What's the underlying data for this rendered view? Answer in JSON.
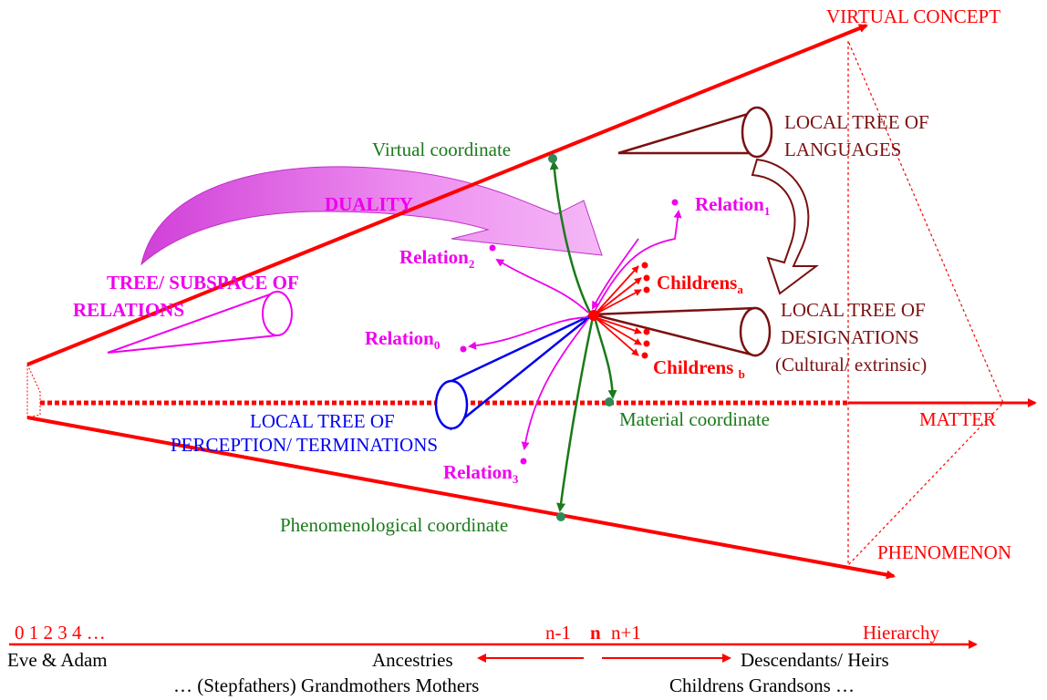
{
  "labels": {
    "virtual_concept": "VIRTUAL CONCEPT",
    "matter": "MATTER",
    "phenomenon": "PHENOMENON",
    "local_tree_languages_1": "LOCAL TREE OF",
    "local_tree_languages_2": "LANGUAGES",
    "local_tree_designations_1": "LOCAL TREE OF",
    "local_tree_designations_2": "DESIGNATIONS",
    "local_tree_designations_3": "(Cultural/ extrinsic)",
    "local_tree_perception_1": "LOCAL TREE OF",
    "local_tree_perception_2": "PERCEPTION/ TERMINATIONS",
    "tree_relations_1": "TREE/ SUBSPACE OF",
    "tree_relations_2": "RELATIONS",
    "duality": "DUALITY",
    "virtual_coordinate": "Virtual coordinate",
    "material_coordinate": "Material coordinate",
    "phenomenological_coordinate": "Phenomenological coordinate",
    "relation": "Relation",
    "relation1_sub": "1",
    "relation2_sub": "2",
    "relation0_sub": "0",
    "relation3_sub": "3",
    "childrens_a": "Childrens",
    "childrens_a_sub": "a",
    "childrens_b": "Childrens",
    "childrens_b_sub": "b"
  },
  "timeline": {
    "numbers": "0  1  2  3  4 …",
    "n_minus_1": "n-1",
    "n": "n",
    "n_plus_1": "n+1",
    "hierarchy": "Hierarchy",
    "eve_adam": "Eve & Adam",
    "ancestries": "Ancestries",
    "descendants": "Descendants/ Heirs",
    "ancestors_row": "…  (Stepfathers) Grandmothers Mothers",
    "descendants_row": "Childrens Grandsons  …"
  },
  "colors": {
    "red": "#ff0000",
    "dark_red": "#7a1010",
    "green": "#1a7a1a",
    "blue": "#0000ee",
    "magenta": "#ee00ee",
    "duality_fill": "#e060e8"
  }
}
